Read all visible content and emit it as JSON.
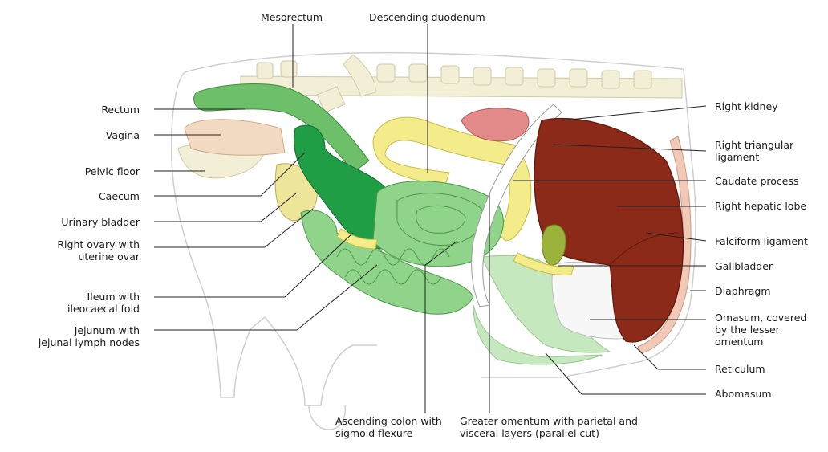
{
  "labels": {
    "mesorectum": "Mesorectum",
    "descending_duodenum": "Descending duodenum",
    "rectum": "Rectum",
    "vagina": "Vagina",
    "pelvic_floor": "Pelvic floor",
    "caecum": "Caecum",
    "urinary_bladder": "Urinary bladder",
    "right_ovary_1": "Right ovary with",
    "right_ovary_2": "uterine ovar",
    "ileum_1": "Ileum with",
    "ileum_2": "ileocaecal fold",
    "jejunum_1": "Jejunum with",
    "jejunum_2": "jejunal lymph nodes",
    "ascending_colon_1": "Ascending colon with",
    "ascending_colon_2": "sigmoid flexure",
    "greater_omentum_1": "Greater omentum with parietal and",
    "greater_omentum_2": "visceral layers (parallel cut)",
    "right_kidney": "Right kidney",
    "right_triangular_1": "Right triangular",
    "right_triangular_2": "ligament",
    "caudate_process": "Caudate process",
    "right_hepatic_lobe": "Right hepatic lobe",
    "falciform_ligament": "Falciform ligament",
    "gallbladder": "Gallbladder",
    "diaphragm": "Diaphragm",
    "omasum_1": "Omasum, covered",
    "omasum_2": "by the lesser",
    "omasum_3": "omentum",
    "reticulum": "Reticulum",
    "abomasum": "Abomasum"
  },
  "colors": {
    "rectum_green": "#6dbf6a",
    "caecum_green": "#1f9e46",
    "intestine_green": "#8fd48a",
    "light_green": "#c6e8bf",
    "duodenum_yellow": "#f4ec8a",
    "liver_red": "#8c2a1a",
    "kidney_pink": "#e38a8a",
    "bone_cream": "#f3efd6",
    "vagina_beige": "#f1d9c2",
    "gallbladder_olive": "#9bb33a",
    "outline_gray": "#b8b8b8"
  }
}
